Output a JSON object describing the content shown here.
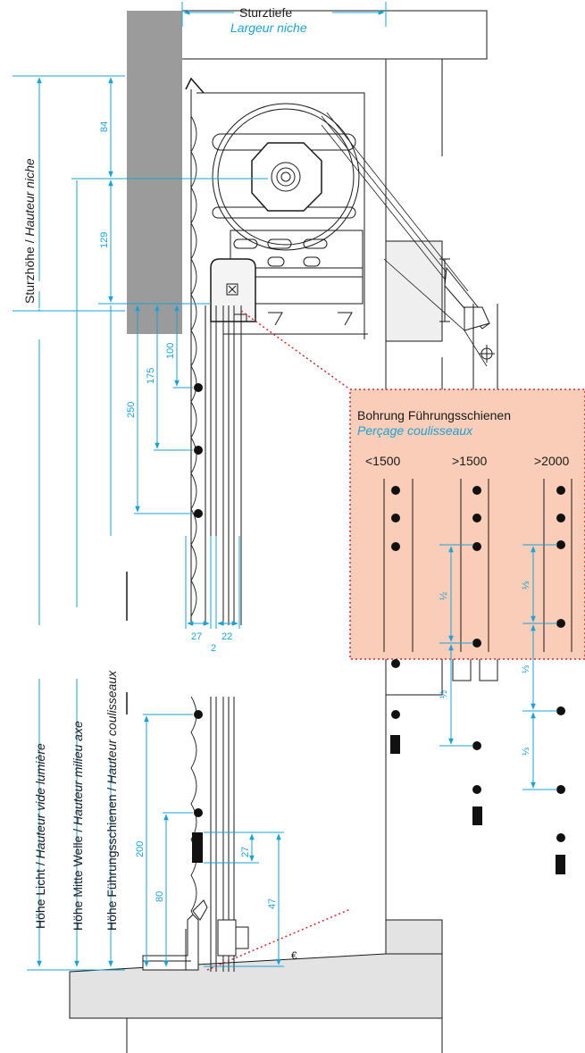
{
  "top": {
    "sturztiefe_de": "Sturztiefe",
    "sturztiefe_fr": "Largeur niche"
  },
  "vertical_labels": {
    "sturzhoehe_de": "Sturzhöhe / ",
    "sturzhoehe_fr": "Hauteur niche",
    "licht_de": "Höhe Licht / ",
    "licht_fr": "Hauteur vide lumière",
    "welle_de": "Höhe Mitte Welle / ",
    "welle_fr": "Hauteur milieu axe",
    "fuehrung_de": "Höhe Führungsschienen / ",
    "fuehrung_fr": "Hauteur coulisseaux"
  },
  "dimensions": {
    "d84": "84",
    "d129": "129",
    "d250": "250",
    "d175": "175",
    "d100": "100",
    "d27": "27",
    "d22": "22",
    "d2": "2",
    "d200": "200",
    "d80": "80",
    "d27b": "27",
    "d47": "47"
  },
  "detail": {
    "title_de": "Bohrung Führungsschienen",
    "title_fr": "Perçage coulisseaux",
    "col1": "<1500",
    "col2": ">1500",
    "col3": ">2000",
    "half": "½",
    "third": "⅓"
  },
  "colors": {
    "dimension": "#1aa3d9",
    "wall": "#9b9b9b",
    "detail_bg": "#f9cdb7",
    "detail_border": "#d9262b"
  }
}
